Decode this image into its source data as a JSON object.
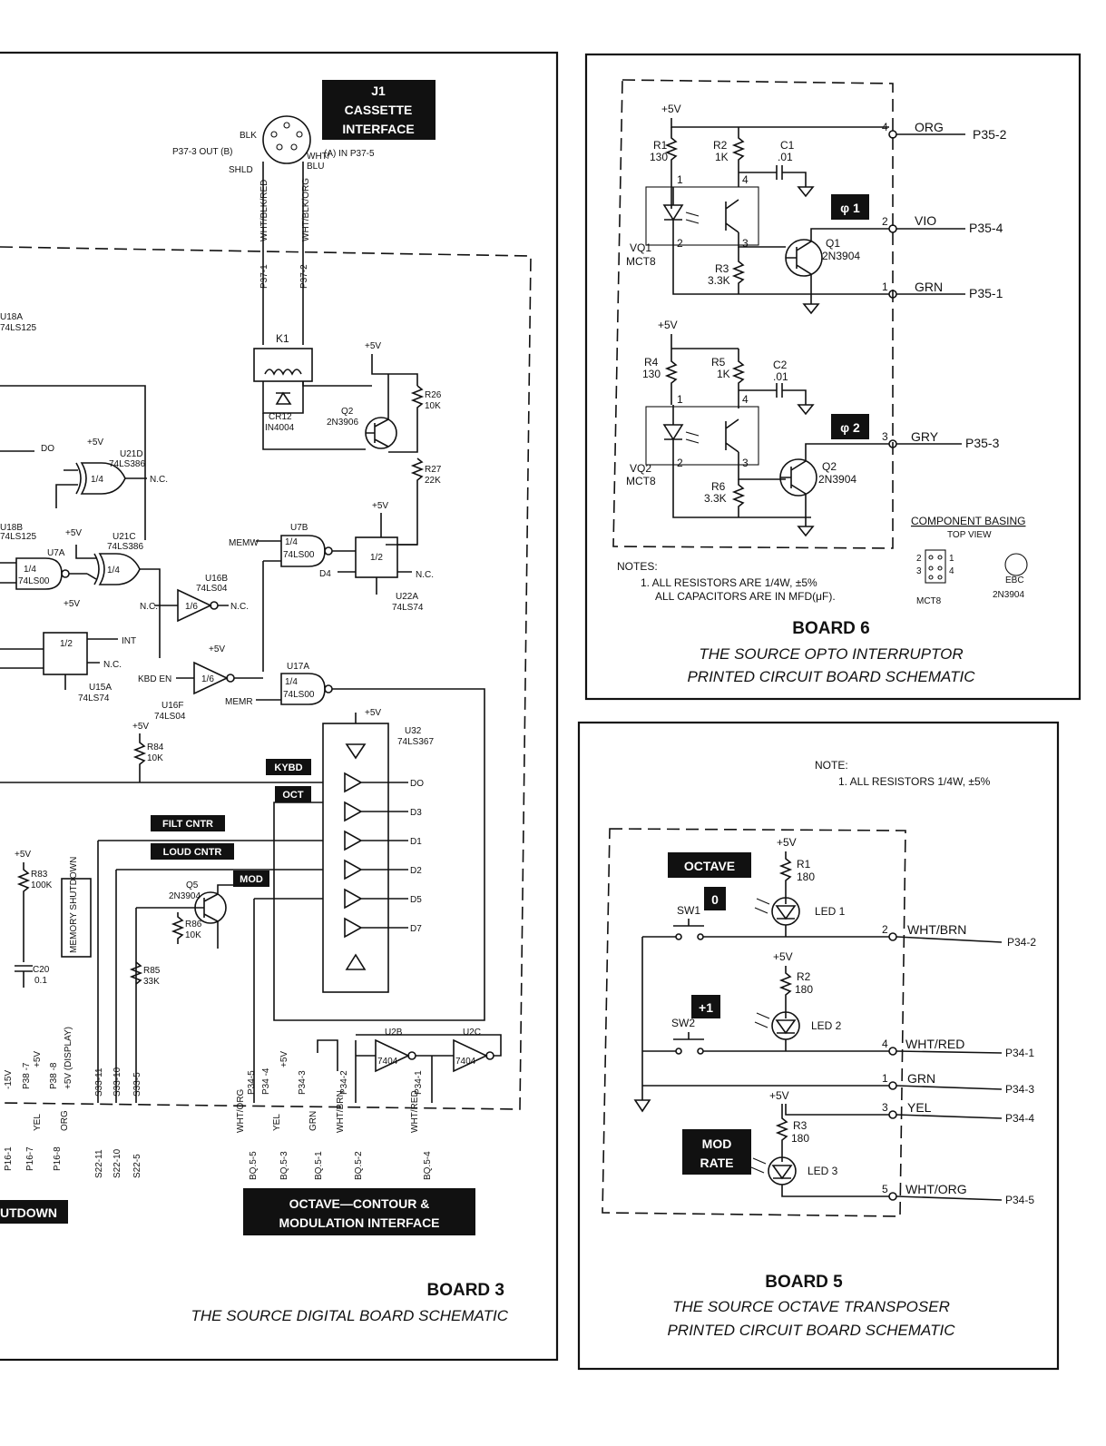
{
  "board3": {
    "j1_title": [
      "J1",
      "CASSETTE",
      "INTERFACE"
    ],
    "j1_out": "P37-3  OUT (B)",
    "j1_in": "(A) IN   P37-5",
    "j1_pins": [
      "BLK",
      "SHLD",
      "WHT/",
      "BLU"
    ],
    "cable_labels": [
      "WHT/BLK/RED",
      "WHT/BLK/ORG",
      "P37-1",
      "P37-2"
    ],
    "relay": "K1",
    "diode": [
      "CR12",
      "IN4004"
    ],
    "transistor_q2": [
      "Q2",
      "2N3906"
    ],
    "r26": [
      "R26",
      "10K"
    ],
    "r27": [
      "R27",
      "22K"
    ],
    "plus5v": "+5V",
    "u21d": [
      "U21D",
      "74LS386"
    ],
    "u21c": [
      "U21C",
      "74LS386"
    ],
    "u18a": [
      "U18A",
      "74LS125"
    ],
    "u18b": [
      "U18B",
      "74LS125"
    ],
    "u7a": "U7A",
    "u7b": [
      "U7B",
      "74LS00"
    ],
    "u15a": [
      "U15A",
      "74LS74"
    ],
    "u16b": [
      "U16B",
      "74LS04"
    ],
    "u16f": [
      "U16F",
      "74LS04"
    ],
    "u17a": [
      "U17A",
      "74LS00"
    ],
    "u22a": [
      "U22A",
      "74LS74"
    ],
    "u32": [
      "U32",
      "74LS367"
    ],
    "u2b": "U2B",
    "u2c": "U2C",
    "gate_labels": [
      "1/4",
      "1/6",
      "1/2",
      "74LS00",
      "7404"
    ],
    "signals": [
      "DO",
      "N.C.",
      "INT",
      "MEMW",
      "MEMR",
      "KBD EN",
      "D4"
    ],
    "r84": [
      "R84",
      "10K"
    ],
    "r83": [
      "R83",
      "100K"
    ],
    "r86": [
      "R86",
      "10K"
    ],
    "r85": [
      "R85",
      "33K"
    ],
    "c20": [
      "C20",
      "0.1"
    ],
    "q5": [
      "Q5",
      "2N3904"
    ],
    "memory_shutdown": "MEMORY SHUTDOWN",
    "tags": [
      "KYBD",
      "OCT",
      "FILT CNTR",
      "LOUD CNTR",
      "MOD"
    ],
    "data_outs": [
      "DO",
      "D3",
      "D1",
      "D2",
      "D5",
      "D7"
    ],
    "bottom_connectors": [
      "P16-1",
      "P16-7",
      "P16-8",
      "S22-11",
      "S22-10",
      "S22-5",
      "BQ.5-5",
      "BQ.5-3",
      "BQ.5-1",
      "BQ.5-2",
      "BQ.5-4"
    ],
    "bottom_vertical": [
      "-15V",
      "P38 -7",
      "+5V",
      "P38 -8",
      "+5V (DISPLAY)",
      "S33-11",
      "S33-10",
      "S33-5",
      "P34-5",
      "P34 -4",
      "+5V",
      "P34-3",
      "P34-2",
      "P34-1"
    ],
    "wire_colors": [
      "YEL",
      "ORG",
      "WHT/ORG",
      "YEL",
      "GRN",
      "WHT/BRN",
      "WHT/RED"
    ],
    "shutdown_label": "UTDOWN",
    "octave_contour": [
      "OCTAVE—CONTOUR &",
      "MODULATION INTERFACE"
    ],
    "board_title": "BOARD 3",
    "subtitle": "THE SOURCE DIGITAL BOARD SCHEMATIC"
  },
  "board6": {
    "plus5v": "+5V",
    "r1": [
      "R1",
      "130"
    ],
    "r2": [
      "R2",
      "1K"
    ],
    "c1": [
      "C1",
      ".01"
    ],
    "r3": [
      "R3",
      "3.3K"
    ],
    "vq1": [
      "VQ1",
      "MCT8"
    ],
    "q1": [
      "Q1",
      "2N3904"
    ],
    "r4": [
      "R4",
      "130"
    ],
    "r5": [
      "R5",
      "1K"
    ],
    "c2": [
      "C2",
      ".01"
    ],
    "r6": [
      "R6",
      "3.3K"
    ],
    "vq2": [
      "VQ2",
      "MCT8"
    ],
    "q2": [
      "Q2",
      "2N3904"
    ],
    "phi1": "φ 1",
    "phi2": "φ 2",
    "wires": [
      "ORG",
      "VIO",
      "GRN",
      "GRY"
    ],
    "connectors": [
      "P35-2",
      "P35-4",
      "P35-1",
      "P35-3"
    ],
    "pins": [
      "4",
      "2",
      "1",
      "3"
    ],
    "basing_title": [
      "COMPONENT  BASING",
      "TOP  VIEW"
    ],
    "basing_parts": [
      "MCT8",
      "EBC",
      "2N3904"
    ],
    "notes": [
      "NOTES:",
      "1. ALL  RESISTORS ARE  1/4W, ±5%",
      "ALL  CAPACITORS  ARE  IN  MFD(μF)."
    ],
    "board_title": "BOARD 6",
    "subtitle": [
      "THE SOURCE OPTO INTERRUPTOR",
      "PRINTED CIRCUIT BOARD SCHEMATIC"
    ]
  },
  "board5": {
    "note": [
      "NOTE:",
      "1. ALL  RESISTORS  1/4W,  ±5%"
    ],
    "octave": "OCTAVE",
    "zero": "0",
    "plus1": "+1",
    "mod_rate": [
      "MOD",
      "RATE"
    ],
    "sw1": "SW1",
    "sw2": "SW2",
    "plus5v": "+5V",
    "r1": [
      "R1",
      "180"
    ],
    "r2": [
      "R2",
      "180"
    ],
    "r3": [
      "R3",
      "180"
    ],
    "led1": "LED 1",
    "led2": "LED 2",
    "led3": "LED 3",
    "wires": [
      "WHT/BRN",
      "WHT/RED",
      "GRN",
      "YEL",
      "WHT/ORG"
    ],
    "connectors": [
      "P34-2",
      "P34-1",
      "P34-3",
      "P34-4",
      "P34-5"
    ],
    "pins": [
      "2",
      "4",
      "1",
      "3",
      "5"
    ],
    "board_title": "BOARD 5",
    "subtitle": [
      "THE SOURCE OCTAVE TRANSPOSER",
      "PRINTED CIRCUIT BOARD SCHEMATIC"
    ]
  }
}
